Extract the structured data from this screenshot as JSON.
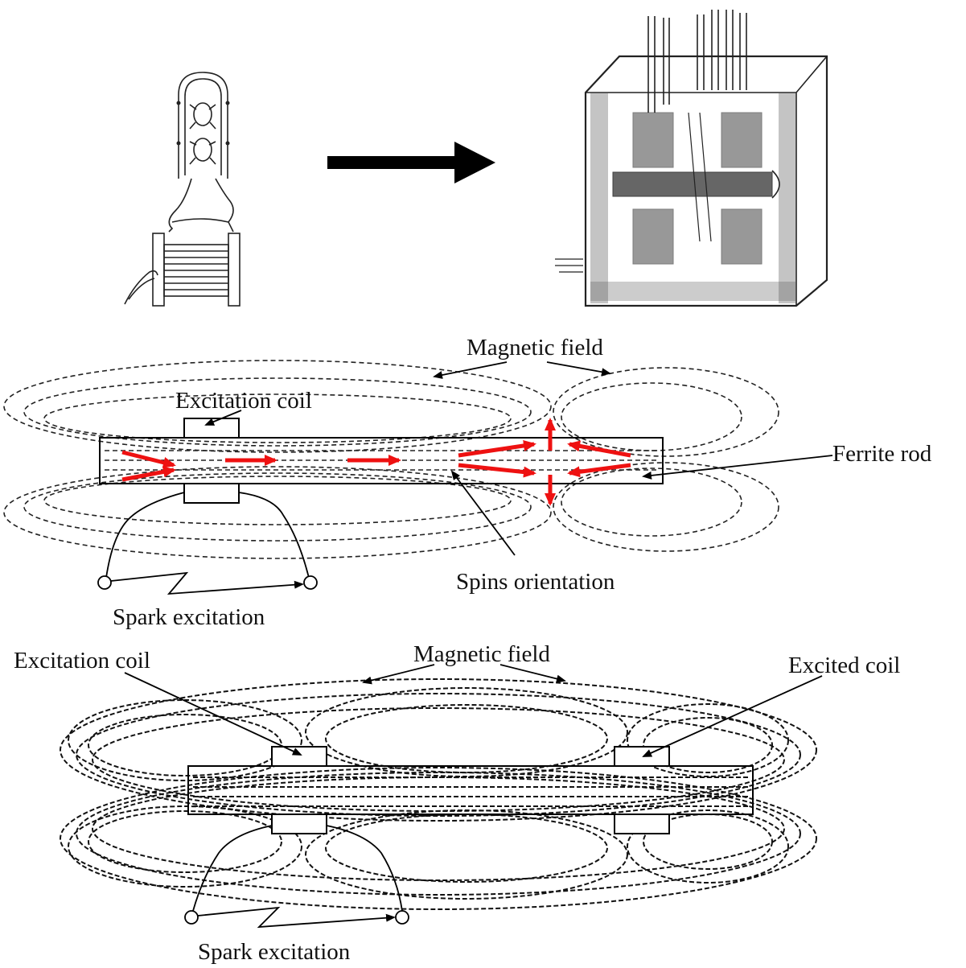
{
  "diagram": {
    "top": {
      "left_illustration": "coil-sketch",
      "right_illustration": "box-apparatus-sketch"
    },
    "middle": {
      "labels": {
        "magnetic_field": "Magnetic field",
        "excitation_coil": "Excitation coil",
        "ferrite_rod": "Ferrite rod",
        "spins_orientation": "Spins orientation",
        "spark_excitation": "Spark excitation"
      },
      "arrow_color": "#ee1111"
    },
    "bottom": {
      "labels": {
        "excitation_coil": "Excitation coil",
        "magnetic_field": "Magnetic field",
        "excited_coil": "Excited coil",
        "spark_excitation": "Spark excitation"
      }
    }
  }
}
